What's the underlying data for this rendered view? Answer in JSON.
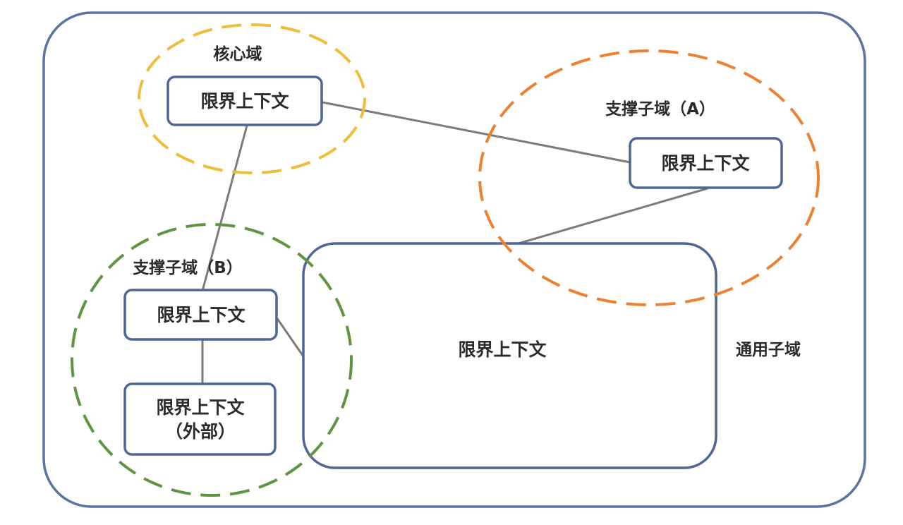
{
  "diagram": {
    "core_domain": {
      "label": "核心域",
      "context": {
        "label": "限界上下文"
      }
    },
    "support_domain_a": {
      "label": "支撑子域（A）",
      "context": {
        "label": "限界上下文"
      }
    },
    "support_domain_b": {
      "label": "支撑子域（B）",
      "context": {
        "label": "限界上下文"
      },
      "external_context": {
        "line1": "限界上下文",
        "line2": "（外部）"
      }
    },
    "generic_domain": {
      "label": "通用子域",
      "context": {
        "label": "限界上下文"
      }
    },
    "colors": {
      "outer_border": "#5b74a4",
      "box_border": "#4d6696",
      "core_dash": "#f0bd3a",
      "support_a_dash": "#ee8131",
      "support_b_dash": "#5f9440",
      "connector": "#7b7b7b",
      "text": "#2b2b2b"
    }
  }
}
